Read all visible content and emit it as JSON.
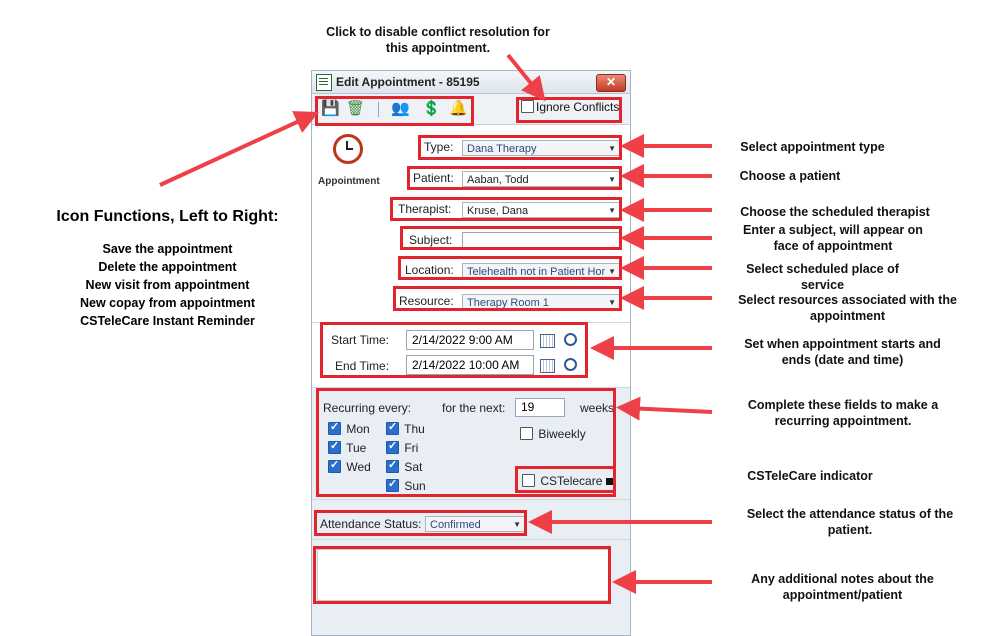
{
  "dialog": {
    "title": "Edit Appointment - 85195",
    "close": "✕",
    "ignore_conflicts": "Ignore Conflicts",
    "appointment_label": "Appointment",
    "fields": {
      "type": {
        "label": "Type:",
        "value": "Dana Therapy"
      },
      "patient": {
        "label": "Patient:",
        "value": "Aaban, Todd"
      },
      "therapist": {
        "label": "Therapist:",
        "value": "Kruse, Dana"
      },
      "subject": {
        "label": "Subject:",
        "value": ""
      },
      "location": {
        "label": "Location:",
        "value": "Telehealth not in Patient Hor"
      },
      "resource": {
        "label": "Resource:",
        "value": "Therapy Room 1"
      }
    },
    "time": {
      "start_label": "Start Time:",
      "start_value": "2/14/2022 9:00 AM",
      "end_label": "End Time:",
      "end_value": "2/14/2022 10:00 AM"
    },
    "recurring": {
      "label": "Recurring every:",
      "next_label": "for the next:",
      "next_value": "19",
      "unit": "weeks",
      "biweekly": "Biweekly",
      "days": [
        "Mon",
        "Tue",
        "Wed",
        "Thu",
        "Fri",
        "Sat",
        "Sun"
      ]
    },
    "cstelecare": "CSTelecare",
    "attendance": {
      "label": "Attendance Status:",
      "value": "Confirmed"
    }
  },
  "annotations": {
    "top": "Click to disable conflict resolution for this appointment.",
    "left_title": "Icon Functions, Left to Right:",
    "left_items": [
      "Save the appointment",
      "Delete the appointment",
      "New visit from appointment",
      "New copay from appointment",
      "CSTeleCare Instant Reminder"
    ],
    "type": "Select appointment type",
    "patient": "Choose a patient",
    "therapist": "Choose the scheduled therapist",
    "subject": "Enter a subject, will appear on face of appointment",
    "location": "Select scheduled place of service",
    "resource": "Select resources associated with the appointment",
    "time": "Set when appointment starts and ends (date and time)",
    "recurring": "Complete these fields to make a recurring appointment.",
    "cstelecare": "CSTeleCare indicator",
    "attendance": "Select the attendance status of the patient.",
    "notes": "Any additional notes about the appointment/patient"
  },
  "colors": {
    "highlight": "#e2242c",
    "arrow": "#ef3f47"
  }
}
